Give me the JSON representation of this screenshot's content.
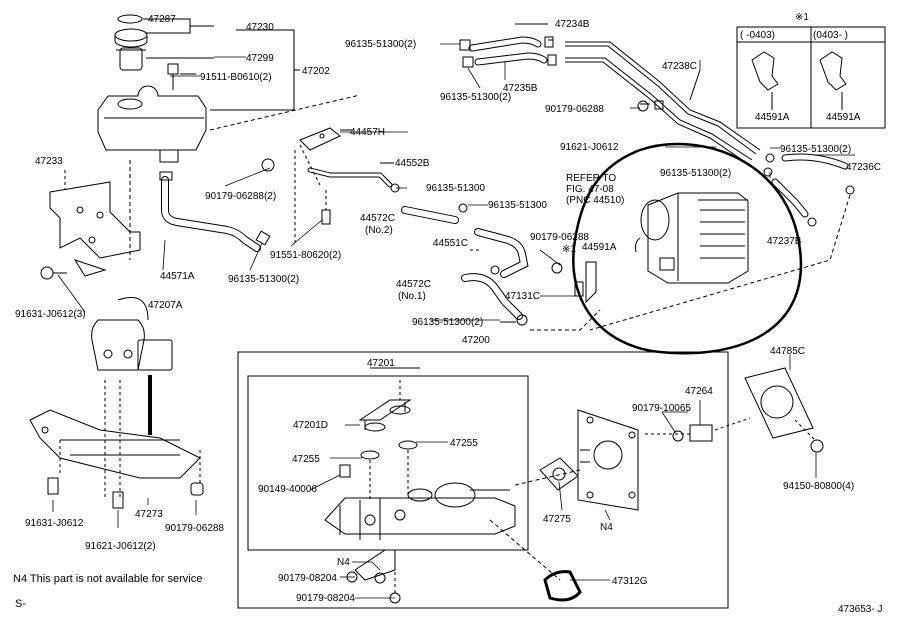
{
  "labels": {
    "p47287": "47287",
    "p47230": "47230",
    "p47299": "47299",
    "p47202": "47202",
    "p91511": "91511-B0610(2)",
    "p47233": "47233",
    "p44571A": "44571A",
    "p91631a": "91631-J0612(3)",
    "p96135a": "96135-51300(2)",
    "p47234B": "47234B",
    "p96135b": "96135-51300(2)",
    "p47235B": "47235B",
    "p47238C": "47238C",
    "p90179a": "90179-06288",
    "p44457H": "44457H",
    "p44552B": "44552B",
    "p90179b": "90179-06288(2)",
    "p96135c": "96135-51300",
    "p44572C2": "44572C",
    "p44572C2n": "(No.2)",
    "p96135d": "96135-51300",
    "p91551": "91551-80620(2)",
    "p44551C": "44551C",
    "p96135e": "96135-51300(2)",
    "p90179c": "90179-06288",
    "p44591Ab": "44591A",
    "p44572C1": "44572C",
    "p44572C1n": "(No.1)",
    "p47131C": "47131C",
    "p96135f": "96135-51300(2)",
    "p47200": "47200",
    "p91621a": "91621-J0612",
    "p96135g": "96135-51300(2)",
    "p96135h": "96135-51300(2)",
    "p47236C": "47236C",
    "p47237B": "47237B",
    "refer1": "REFER TO",
    "refer2": "FIG. 47-08",
    "refer3": "(PNC 44510)",
    "p47207A": "47207A",
    "p91631b": "91631-J0612",
    "p91621b": "91621-J0612(2)",
    "p47273": "47273",
    "p90179d": "90179-06288",
    "p47201": "47201",
    "p47201D": "47201D",
    "p47255a": "47255",
    "p47255b": "47255",
    "p90149": "90149-40006",
    "p47275": "47275",
    "n4a": "N4",
    "n4b": "N4",
    "p90179e": "90179-08204",
    "p90179f": "90179-08204",
    "p47312G": "47312G",
    "p90179g": "90179-10065",
    "p47264": "47264",
    "p44785C": "44785C",
    "p94150": "94150-80800(4)",
    "note": "N4 This part is not available for service",
    "s_label": "S-",
    "fig_no": "473653- J"
  },
  "inset": {
    "mark": "※1",
    "col1": "(    -0403)",
    "col2": "(0403-      )",
    "part1": "44591A",
    "part2": "44591A"
  },
  "star_mark": "※1"
}
